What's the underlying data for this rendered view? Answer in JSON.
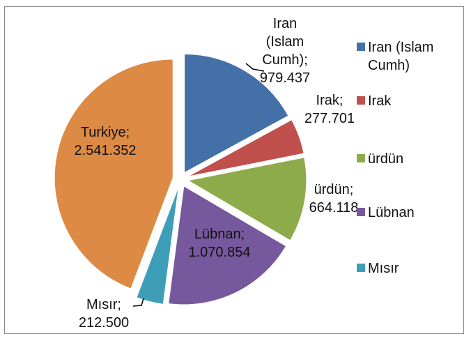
{
  "chart_data": {
    "type": "pie",
    "slices": [
      {
        "name": "Iran (Islam Cumh)",
        "value": 979437,
        "color": "#4470A8",
        "label_lines": [
          "Iran",
          "(Islam",
          "Cumh);",
          "979.437"
        ]
      },
      {
        "name": "Irak",
        "value": 277701,
        "color": "#C0504D",
        "label_lines": [
          "Irak;",
          "277.701"
        ]
      },
      {
        "name": "ürdün",
        "value": 664118,
        "color": "#8EAB4C",
        "label_lines": [
          "ürdün;",
          "664.118"
        ]
      },
      {
        "name": "Lübnan",
        "value": 1070854,
        "color": "#76599C",
        "label_lines": [
          "Lübnan;",
          "1.070.854"
        ]
      },
      {
        "name": "Mısır",
        "value": 212500,
        "color": "#3E9EB8",
        "label_lines": [
          "Mısır;",
          "212.500"
        ]
      },
      {
        "name": "Turkiye",
        "value": 2541352,
        "color": "#DD8A44",
        "label_lines": [
          "Turkiye;",
          "2.541.352"
        ]
      }
    ],
    "legend": {
      "placement": "right",
      "entries": [
        {
          "lines": [
            "Iran (Islam",
            "Cumh)"
          ],
          "color": "#4470A8"
        },
        {
          "lines": [
            "Irak"
          ],
          "color": "#C0504D"
        },
        {
          "lines": [
            "ürdün"
          ],
          "color": "#8EAB4C"
        },
        {
          "lines": [
            "Lübnan"
          ],
          "color": "#76599C"
        },
        {
          "lines": [
            "Mısır"
          ],
          "color": "#3E9EB8"
        }
      ]
    },
    "exploded": true
  }
}
